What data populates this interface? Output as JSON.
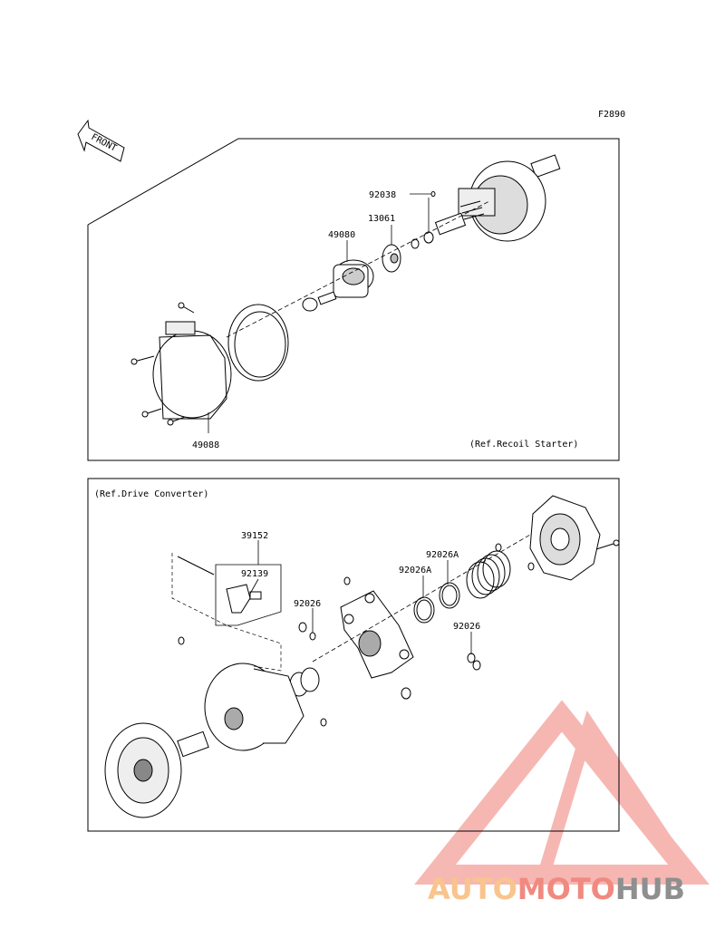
{
  "figure_code": "F2890",
  "front_arrow_label": "FRONT",
  "upper_panel": {
    "ref_note": "(Ref.Recoil Starter)",
    "parts": [
      "92038",
      "13061",
      "49080",
      "49088"
    ]
  },
  "lower_panel": {
    "ref_note": "(Ref.Drive Converter)",
    "parts": [
      "39152",
      "92139",
      "92026A",
      "92026A",
      "92026",
      "92026"
    ]
  },
  "watermark": {
    "text_part1": "AUTO",
    "text_part2": "MOTO",
    "text_part3": "HUB",
    "colors": {
      "orange": "#f9c48d",
      "salmon": "#f08a80",
      "gray": "#8f8f8f"
    }
  }
}
